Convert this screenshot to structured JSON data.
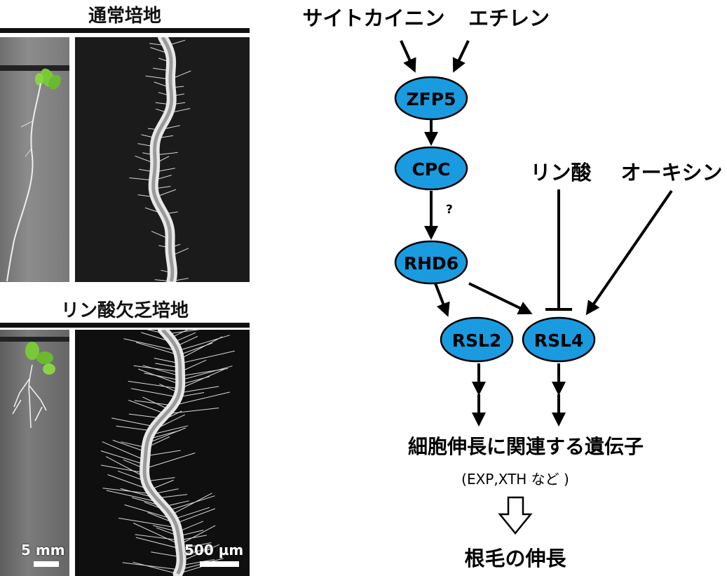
{
  "left_panel": {
    "top_title": "通常培地",
    "bottom_title": "リン酸欠乏培地",
    "scale_small": "5 mm",
    "scale_large": "500 µm"
  },
  "pathway": {
    "input_cytokinin": "サイトカイニン",
    "input_ethylene": "エチレン",
    "input_phosphate": "リン酸",
    "input_auxin": "オーキシン",
    "node_zfp5": "ZFP5",
    "node_cpc": "CPC",
    "node_rhd6": "RHD6",
    "node_rsl2": "RSL2",
    "node_rsl4": "RSL4",
    "uncertain_mark": "?",
    "target_genes": "細胞伸長に関連する遺伝子",
    "target_examples": "(EXP,XTH など )",
    "outcome": "根毛の伸長"
  },
  "colors": {
    "node_fill": "#1a9be0",
    "node_stroke": "#000000",
    "line": "#000000",
    "photo_bg": "#1b1b1b",
    "seedling_green": "#7ac83a"
  }
}
